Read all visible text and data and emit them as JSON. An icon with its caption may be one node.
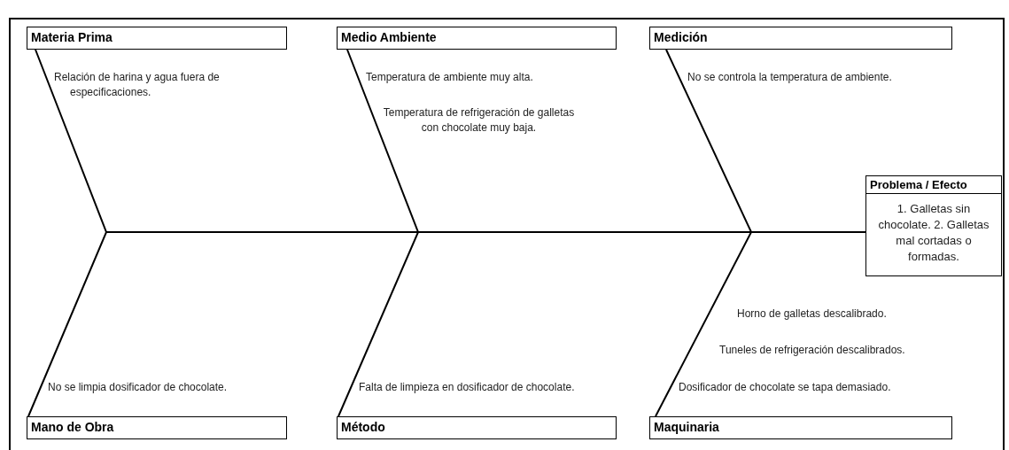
{
  "diagram": {
    "nodes": [
      {
        "text": [
          "Materia Prima"
        ],
        "beside": [
          "Relación de harina y agua fuera de especificaciones."
        ]
      },
      {
        "text": [
          "Medio Ambiente"
        ],
        "beside": [
          "Temperatura de ambiente muy alta.",
          "Temperatura de refrigeración de galletas con chocolate muy baja."
        ]
      },
      {
        "text": [
          "Medición"
        ],
        "beside": [
          "No se controla la temperatura de ambiente."
        ]
      },
      {
        "text": [
          "Problema / Efecto",
          "1. Galletas sin chocolate. 2. Galletas mal cortadas o formadas."
        ]
      },
      {
        "text": [
          "Mano de Obra"
        ],
        "beside": [
          "No se limpia dosificador de chocolate."
        ]
      },
      {
        "text": [
          "Método"
        ],
        "beside": [
          "Falta de limpieza en dosificador de chocolate."
        ]
      },
      {
        "text": [
          "Maquinaria"
        ],
        "beside": [
          "Horno de galletas descalibrado.",
          "Tuneles de refrigeración descalibrados.",
          "Dosificador de chocolate se tapa demasiado."
        ]
      }
    ],
    "edges": [
      {
        "from": 0,
        "to": 3,
        "arrow": "none"
      },
      {
        "from": 1,
        "to": 3,
        "arrow": "none"
      },
      {
        "from": 2,
        "to": 3,
        "arrow": "none"
      },
      {
        "from": 4,
        "to": 3,
        "arrow": "none"
      },
      {
        "from": 5,
        "to": 3,
        "arrow": "none"
      },
      {
        "from": 6,
        "to": 3,
        "arrow": "none"
      }
    ]
  }
}
